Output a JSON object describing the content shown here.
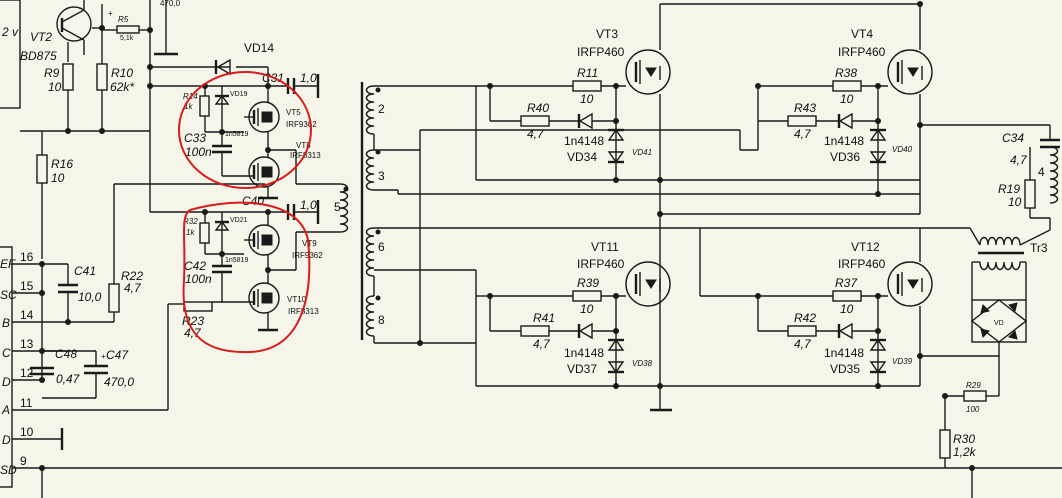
{
  "colors": {
    "background": "#f5f5e9",
    "ink": "#1a1a1a",
    "highlight": "#d81b1b"
  },
  "labels": {
    "vt2": "VT2",
    "bd875": "BD875",
    "r5": "R5",
    "r5v": "5,1k",
    "two_v": "2 v",
    "top_partial": "470,0",
    "r9": "R9",
    "r9v": "10",
    "r10": "R10",
    "r10v": "62k*",
    "r16": "R16",
    "r16v": "10",
    "vd14": "VD14",
    "c31": "C31",
    "c31v": "1,0",
    "r14": "R14",
    "r14v": "1k",
    "vd19": "VD19",
    "vd19d": "1n5819",
    "vt5": "VT5",
    "vt5m": "IRF9362",
    "c33": "C33",
    "c33v": "100n",
    "vt8": "VT8",
    "vt8m": "IRF8313",
    "c40": "C40",
    "c40v": "1,0",
    "r32": "R32",
    "r32v": "1k",
    "vd21": "VD21",
    "vd21d": "1n5819",
    "vt9": "VT9",
    "vt9m": "IRF9362",
    "c42": "C42",
    "c42v": "100n",
    "r23": "R23",
    "r23v": "4,7",
    "vt10": "VT10",
    "vt10m": "IRF8313",
    "pin16": "16",
    "pin15": "15",
    "pin14": "14",
    "pin13": "13",
    "pin12": "12",
    "pin11": "11",
    "pin10": "10",
    "pin9": "9",
    "ic_ef": "EF",
    "ic_sc": "SC",
    "ic_b": "B",
    "ic_c": "C",
    "ic_d": "D",
    "ic_a": "A",
    "ic_d2": "D",
    "ic_sd": "SD",
    "c41": "C41",
    "c41v": "10,0",
    "r22": "R22",
    "r22v": "4,7",
    "c48": "C48",
    "c48v": "0,47",
    "c47": "C47",
    "c47v": "470,0",
    "t2": "2",
    "t3": "3",
    "t5": "5",
    "t6": "6",
    "t8": "8",
    "t4": "4",
    "vt3": "VT3",
    "vt3m": "IRFP460",
    "vt4": "VT4",
    "vt4m": "IRFP460",
    "vt11": "VT11",
    "vt11m": "IRFP460",
    "vt12": "VT12",
    "vt12m": "IRFP460",
    "r11": "R11",
    "r11v": "10",
    "r40": "R40",
    "r40v": "4,7",
    "d1": "1n4148",
    "vd34": "VD34",
    "vd41": "VD41",
    "r38": "R38",
    "r38v": "10",
    "r43": "R43",
    "r43v": "4,7",
    "d2": "1n4148",
    "vd36": "VD36",
    "vd40": "VD40",
    "r39": "R39",
    "r39v": "10",
    "r41": "R41",
    "r41v": "4,7",
    "d3": "1n4148",
    "vd37": "VD37",
    "vd38": "VD38",
    "r37": "R37",
    "r37v": "10",
    "r42": "R42",
    "r42v": "4,7",
    "d4": "1n4148",
    "vd35": "VD35",
    "vd39": "VD39",
    "c34": "C34",
    "c34v": "4,7",
    "r19": "R19",
    "r19v": "10",
    "tr3": "Tr3",
    "vd": "VD",
    "r29": "R29",
    "r29v": "100",
    "r30": "R30",
    "r30v": "1,2k"
  }
}
